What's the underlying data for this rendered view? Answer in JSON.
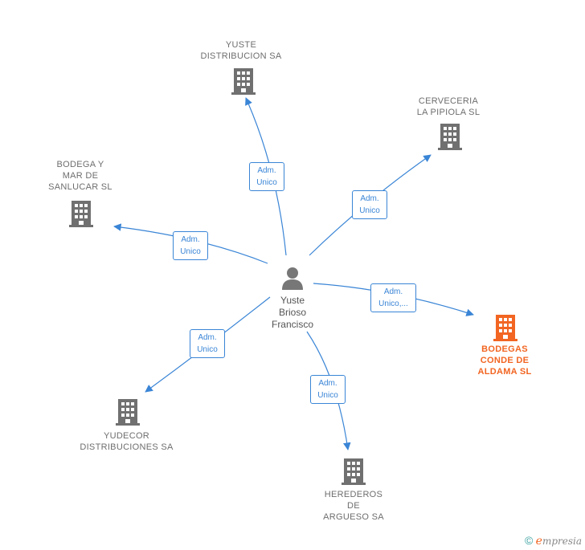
{
  "center": {
    "name": "Yuste\nBrioso\nFrancisco",
    "icon": "person-icon"
  },
  "nodes": [
    {
      "id": "yuste-distribucion",
      "label": "YUSTE\nDISTRIBUCION SA",
      "icon": "building-icon",
      "color": "#707070",
      "highlighted": false,
      "relation": "Adm.\nUnico"
    },
    {
      "id": "cerveceria-la-pipiola",
      "label": "CERVECERIA\nLA PIPIOLA SL",
      "icon": "building-icon",
      "color": "#707070",
      "highlighted": false,
      "relation": "Adm.\nUnico"
    },
    {
      "id": "bodega-y-mar",
      "label": "BODEGA Y\nMAR DE\nSANLUCAR  SL",
      "icon": "building-icon",
      "color": "#707070",
      "highlighted": false,
      "relation": "Adm.\nUnico"
    },
    {
      "id": "bodegas-conde-de-aldama",
      "label": "BODEGAS\nCONDE DE\nALDAMA  SL",
      "icon": "building-icon",
      "color": "#f26522",
      "highlighted": true,
      "relation": "Adm.\nUnico,..."
    },
    {
      "id": "yudecor-distribuciones",
      "label": "YUDECOR\nDISTRIBUCIONES SA",
      "icon": "building-icon",
      "color": "#707070",
      "highlighted": false,
      "relation": "Adm.\nUnico"
    },
    {
      "id": "herederos-de-argueso",
      "label": "HEREDEROS\nDE\nARGUESO SA",
      "icon": "building-icon",
      "color": "#707070",
      "highlighted": false,
      "relation": "Adm.\nUnico"
    }
  ],
  "edge_color": "#3a85d6",
  "brand": {
    "copyright": "©",
    "initial": "e",
    "name": "mpresia"
  }
}
